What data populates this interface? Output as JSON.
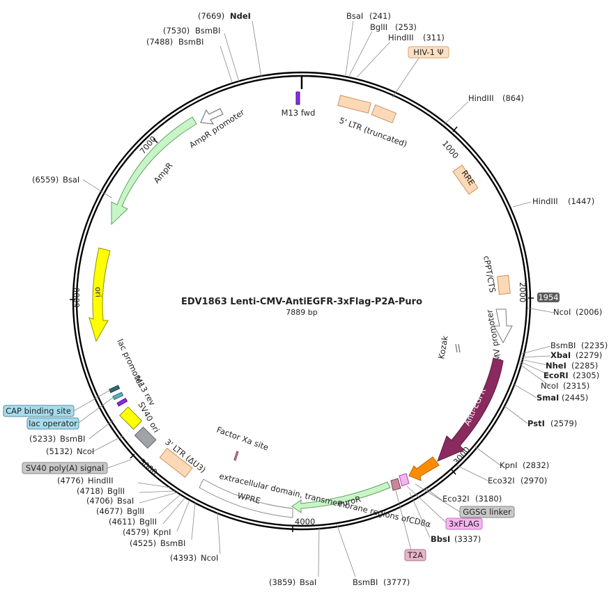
{
  "title": "EDV1863 Lenti-CMV-AntiEGFR-3xFlag-P2A-Puro",
  "length_bp": 7889,
  "length_label": "7889  bp",
  "ticks": [
    {
      "bp": 1000,
      "label": "1000"
    },
    {
      "bp": 2000,
      "label": "2000"
    },
    {
      "bp": 3000,
      "label": "3000"
    },
    {
      "bp": 4000,
      "label": "4000"
    },
    {
      "bp": 5000,
      "label": "5000"
    },
    {
      "bp": 6000,
      "label": "6000"
    },
    {
      "bp": 7000,
      "label": "7000"
    }
  ],
  "sites": [
    {
      "name": "NdeI",
      "pos": "(7669)",
      "bold": true
    },
    {
      "name": "BsmBI",
      "pos": "(7530)",
      "bold": false
    },
    {
      "name": "BsmBI",
      "pos": "(7488)",
      "bold": false
    },
    {
      "name": "BsaI",
      "pos": "(241)",
      "bold": false
    },
    {
      "name": "BglII",
      "pos": "(253)",
      "bold": false
    },
    {
      "name": "HindIII",
      "pos": "(311)",
      "bold": false
    },
    {
      "name": "HindIII",
      "pos": "(864)",
      "bold": false
    },
    {
      "name": "HindIII",
      "pos": "(1447)",
      "bold": false
    },
    {
      "name": "NcoI",
      "pos": "(2006)",
      "bold": false
    },
    {
      "name": "BsmBI",
      "pos": "(2235)",
      "bold": false
    },
    {
      "name": "XbaI",
      "pos": "(2279)",
      "bold": true
    },
    {
      "name": "NheI",
      "pos": "(2285)",
      "bold": true
    },
    {
      "name": "EcoRI",
      "pos": "(2305)",
      "bold": true
    },
    {
      "name": "NcoI",
      "pos": "(2315)",
      "bold": false
    },
    {
      "name": "SmaI",
      "pos": "(2445)",
      "bold": true
    },
    {
      "name": "PstI",
      "pos": "(2579)",
      "bold": true
    },
    {
      "name": "KpnI",
      "pos": "(2832)",
      "bold": false
    },
    {
      "name": "Eco32I",
      "pos": "(2970)",
      "bold": false
    },
    {
      "name": "Eco32I",
      "pos": "(3180)",
      "bold": false
    },
    {
      "name": "BbsI",
      "pos": "(3337)",
      "bold": true
    },
    {
      "name": "BsmBI",
      "pos": "(3777)",
      "bold": false
    },
    {
      "name": "BsaI",
      "pos": "(3859)",
      "bold": false
    },
    {
      "name": "NcoI",
      "pos": "(4393)",
      "bold": false
    },
    {
      "name": "BsmBI",
      "pos": "(4525)",
      "bold": false
    },
    {
      "name": "KpnI",
      "pos": "(4579)",
      "bold": false
    },
    {
      "name": "BglII",
      "pos": "(4611)",
      "bold": false
    },
    {
      "name": "BglII",
      "pos": "(4677)",
      "bold": false
    },
    {
      "name": "BsaI",
      "pos": "(4706)",
      "bold": false
    },
    {
      "name": "BglII",
      "pos": "(4718)",
      "bold": false
    },
    {
      "name": "HindIII",
      "pos": "(4776)",
      "bold": false
    },
    {
      "name": "NcoI",
      "pos": "(5132)",
      "bold": false
    },
    {
      "name": "BsmBI",
      "pos": "(5233)",
      "bold": false
    },
    {
      "name": "BsaI",
      "pos": "(6559)",
      "bold": false
    }
  ],
  "features": [
    {
      "name": "M13 fwd",
      "color": "#8a2be2"
    },
    {
      "name": "5' LTR (truncated)",
      "color": "#fcd9b6"
    },
    {
      "name": "RRE",
      "color": "#fcd9b6"
    },
    {
      "name": "cPPT/CTS",
      "color": "#fcd9b6"
    },
    {
      "name": "CMV promoter",
      "color": "#ffffff"
    },
    {
      "name": "Kozak",
      "color": "#999999"
    },
    {
      "name": "Anti-EGFR",
      "color": "#8b2a5f"
    },
    {
      "name": "extracellular domain, transmembrane regions ofCD8α",
      "color": "#ff8c00"
    },
    {
      "name": "PuroR",
      "color": "#c8f5c8"
    },
    {
      "name": "WPRE",
      "color": "#ffffff"
    },
    {
      "name": "Factor Xa site",
      "color": "#c48a9a"
    },
    {
      "name": "3' LTR (ΔU3)",
      "color": "#fcd9b6"
    },
    {
      "name": "SV40 ori",
      "color": "#a0a4a8"
    },
    {
      "name": "M13 rev",
      "color": "#8a2be2"
    },
    {
      "name": "lac promoter",
      "color": "#2e6b7a"
    },
    {
      "name": "ori",
      "color": "#ffff00"
    },
    {
      "name": "AmpR",
      "color": "#c8f5c8"
    },
    {
      "name": "AmpR promoter",
      "color": "#ffffff"
    }
  ],
  "boxed_labels": [
    {
      "name": "HIV-1 Ψ",
      "bg": "#fce0c4",
      "border": "#d8a070"
    },
    {
      "name": "1954",
      "bg": "#5a5a5a",
      "border": "#5a5a5a",
      "text_color": "#ffffff"
    },
    {
      "name": "GGSG linker",
      "bg": "#c8c8c8",
      "border": "#888888"
    },
    {
      "name": "3xFLAG",
      "bg": "#f7b3f0",
      "border": "#c070c0"
    },
    {
      "name": "T2A",
      "bg": "#e8b4c8",
      "border": "#b07090"
    },
    {
      "name": "CAP binding site",
      "bg": "#a8dcec",
      "border": "#5090a8"
    },
    {
      "name": "lac operator",
      "bg": "#a8dcec",
      "border": "#5090a8"
    },
    {
      "name": "SV40 poly(A) signal",
      "bg": "#c8c8c8",
      "border": "#888888"
    }
  ]
}
